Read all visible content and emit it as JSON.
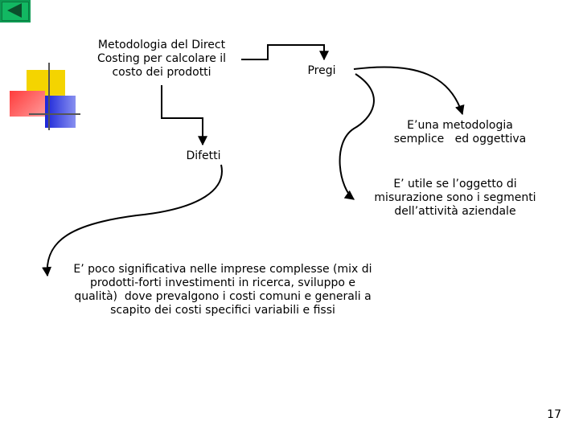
{
  "nav": {
    "icon": "back-arrow-icon",
    "color": "#0c9a52"
  },
  "decoration": {
    "colors": {
      "yellow": "#f4d400",
      "red": "#ff4d4d",
      "blue": "#2233dd",
      "line": "#555555"
    }
  },
  "diagram": {
    "root": "Metodologia del Direct\nCosting per calcolare il\ncosto dei prodotti",
    "pregi_label": "Pregi",
    "difetti_label": "Difetti",
    "pregi_items": [
      "E’una metodologia\nsemplice   ed oggettiva",
      "E’ utile se l’oggetto di\nmisurazione sono i segmenti\ndell’attività aziendale"
    ],
    "difetti_items": [
      "E’ poco significativa nelle imprese complesse (mix di\nprodotti-forti investimenti in ricerca, sviluppo e\nqualità)  dove prevalgono i costi comuni e generali a\nscapito dei costi specifici variabili e fissi"
    ]
  },
  "footer": {
    "page_number": "17"
  }
}
